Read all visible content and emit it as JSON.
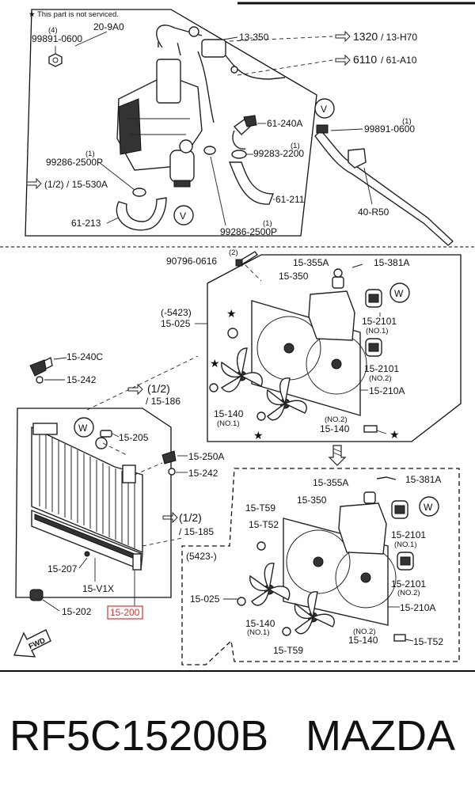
{
  "top_section": {
    "note": "★ This part is not serviced.",
    "labels": {
      "p20_9a0": "20-9A0",
      "p99891_0600_qty": "(4)",
      "p99891_0600": "99891-0600",
      "p13_350": "13-350",
      "ref_1320": "1320",
      "ref_13h70": "/ 13-H70",
      "ref_6110": "6110",
      "ref_61a10": "/ 61-A10",
      "p61_240a": "61-240A",
      "p99283_2200_qty": "(1)",
      "p99283_2200": "99283-2200",
      "p99286_2500p_a_qty": "(1)",
      "p99286_2500p_a": "99286-2500P",
      "ref_15_530a": "(1/2) / 15-530A",
      "p61_211": "61-211",
      "p61_213": "61-213",
      "p99286_2500p_b_qty": "(1)",
      "p99286_2500p_b": "99286-2500P",
      "circle_v": "V",
      "circle_v2": "V",
      "p99891_0600b_qty": "(1)",
      "p99891_0600b": "99891-0600",
      "p40_r50": "40-R50"
    }
  },
  "middle_section": {
    "labels": {
      "p90796_0616_qty": "(2)",
      "p90796_0616": "90796-0616",
      "p15_355a": "15-355A",
      "p15_381a": "15-381A",
      "p15_350": "15-350",
      "circle_w": "W",
      "range_5423": "(-5423)",
      "p15_025": "15-025",
      "p15_2101_no1": "15-2101",
      "no1": "(NO.1)",
      "p15_2101_no2": "15-2101",
      "no2": "(NO.2)",
      "p15_210a": "15-210A",
      "p15_140_no1": "15-140",
      "p15_140_no1_sub": "(NO.1)",
      "p15_140_no2_sub": "(NO.2)",
      "p15_140_no2": "15-140",
      "p15_240c": "15-240C",
      "p15_242": "15-242",
      "ref_15_186_a": "(1/2)",
      "ref_15_186_b": "/ 15-186"
    }
  },
  "radiator_section": {
    "labels": {
      "circle_w": "W",
      "p15_205": "15-205",
      "p15_250a": "15-250A",
      "p15_242": "15-242",
      "ref_15_185_a": "(1/2)",
      "ref_15_185_b": "/ 15-185",
      "p15_207": "15-207",
      "p15_v1x": "15-V1X",
      "p15_202": "15-202",
      "p15_200": "15-200",
      "fwd": "FWD"
    }
  },
  "lower_right_section": {
    "labels": {
      "p15_355a": "15-355A",
      "p15_381a": "15-381A",
      "p15_t59": "15-T59",
      "p15_350": "15-350",
      "circle_w": "W",
      "p15_t52": "15-T52",
      "p15_2101_no1": "15-2101",
      "no1": "(NO.1)",
      "range_5423": "(5423-)",
      "p15_2101_no2": "15-2101",
      "no2": "(NO.2)",
      "p15_025": "15-025",
      "p15_210a": "15-210A",
      "p15_140_no1": "15-140",
      "p15_140_no1_sub": "(NO.1)",
      "p15_140_no2_sub": "(NO.2)",
      "p15_140_no2": "15-140",
      "p15_t52b": "15-T52",
      "p15_t59b": "15-T59"
    }
  },
  "highlight_color": "#e23030",
  "footer": {
    "part_number": "RF5C15200B",
    "brand": "MAZDA"
  }
}
